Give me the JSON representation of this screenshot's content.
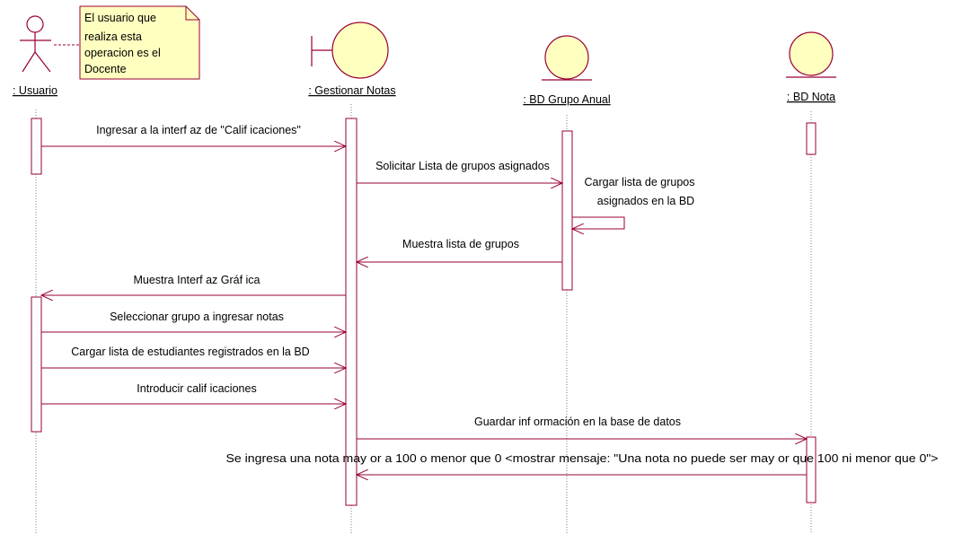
{
  "colors": {
    "element_fill": "#ffffc0",
    "element_stroke": "#990033",
    "text": "#000000",
    "lifeline": "#808080"
  },
  "note": {
    "lines": [
      "El usuario que",
      "realiza esta",
      "operacion es el",
      "Docente"
    ]
  },
  "participants": [
    {
      "name": ": Usuario",
      "kind": "actor",
      "icon": "actor-icon"
    },
    {
      "name": ": Gestionar Notas",
      "kind": "boundary",
      "icon": "boundary-icon"
    },
    {
      "name": ": BD Grupo Anual",
      "kind": "entity",
      "icon": "entity-icon"
    },
    {
      "name": ": BD Nota",
      "kind": "entity",
      "icon": "entity-icon"
    }
  ],
  "messages": [
    {
      "from": 0,
      "to": 1,
      "label": "Ingresar a la interf az de \"Calif icaciones\""
    },
    {
      "from": 1,
      "to": 2,
      "label": "Solicitar Lista de grupos asignados"
    },
    {
      "from": 2,
      "to": 2,
      "label": "Cargar lista de grupos\nasignados en la BD",
      "self": true
    },
    {
      "from": 2,
      "to": 1,
      "label": "Muestra lista de grupos"
    },
    {
      "from": 1,
      "to": 0,
      "label": "Muestra Interf az Gráf ica"
    },
    {
      "from": 0,
      "to": 1,
      "label": "Seleccionar grupo a ingresar notas"
    },
    {
      "from": 0,
      "to": 1,
      "label": "Cargar lista de estudiantes registrados en la BD"
    },
    {
      "from": 0,
      "to": 1,
      "label": "Introducir calif icaciones"
    },
    {
      "from": 1,
      "to": 3,
      "label": "Guardar inf ormación en la base de datos"
    },
    {
      "from": 3,
      "to": 1,
      "label": "Se ingresa una nota may or a 100 o menor que 0 <mostrar mensaje: \"Una nota no puede ser may or que 100 ni menor que 0\">"
    }
  ]
}
